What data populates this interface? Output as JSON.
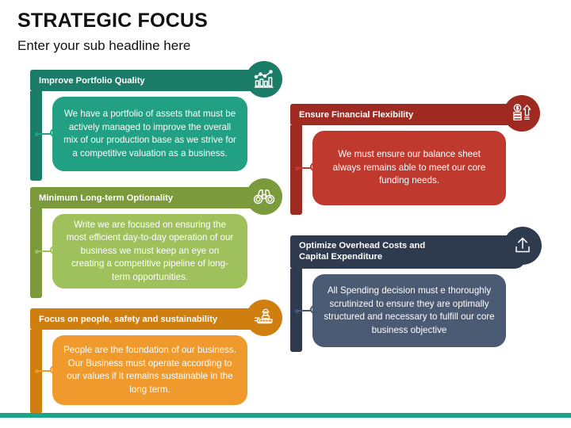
{
  "slide": {
    "title": "STRATEGIC FOCUS",
    "subtitle": "Enter your sub headline here",
    "background": "#ffffff",
    "footer_accent_color": "#1aa58a"
  },
  "cards": [
    {
      "id": "improve-portfolio-quality",
      "column": "left",
      "heading": "Improve Portfolio Quality",
      "body": "We have a portfolio of assets that must be actively managed to improve the overall mix of our production base as we strive for a competitive valuation as a business.",
      "icon": "bar-chart-trend-icon",
      "header_color": "#1b7d68",
      "spine_color": "#1b7d68",
      "badge_color": "#1b7d68",
      "body_color": "#21a083"
    },
    {
      "id": "minimum-long-term-optionality",
      "column": "left",
      "heading": "Minimum Long-term Optionality",
      "body": "Write we are focused on ensuring the most efficient day-to-day operation of our business we must keep an eye on creating a competitive pipeline of long-term opportunities.",
      "icon": "binoculars-icon",
      "header_color": "#7a9a3c",
      "spine_color": "#7a9a3c",
      "badge_color": "#7a9a3c",
      "body_color": "#9fc15c"
    },
    {
      "id": "focus-on-people-safety-sustainability",
      "column": "left",
      "heading": "Focus on people, safety and sustainability",
      "body": "People are the foundation of our business. Our Business must operate according to our values if it remains sustainable in the long term.",
      "icon": "worker-machinery-icon",
      "header_color": "#cf7f10",
      "spine_color": "#cf7f10",
      "badge_color": "#cf7f10",
      "body_color": "#f0992c"
    },
    {
      "id": "ensure-financial-flexibility",
      "column": "right",
      "heading": "Ensure Financial Flexibility",
      "body": "We must ensure our balance sheet always remains able to meet our core funding needs.",
      "icon": "coins-growth-icon",
      "header_color": "#9e2a22",
      "spine_color": "#9e2a22",
      "badge_color": "#9e2a22",
      "body_color": "#c0392f"
    },
    {
      "id": "optimize-overhead-costs",
      "column": "right",
      "heading": "Optimize Overhead Costs and\nCapital Expenditure",
      "body": "All Spending decision must e thoroughly scrutinized to ensure they are optimally structured and necessary to fulfill our core business objective",
      "icon": "upload-arrow-icon",
      "header_color": "#2e3a4e",
      "spine_color": "#2e3a4e",
      "badge_color": "#2e3a4e",
      "body_color": "#4a5a72"
    }
  ]
}
